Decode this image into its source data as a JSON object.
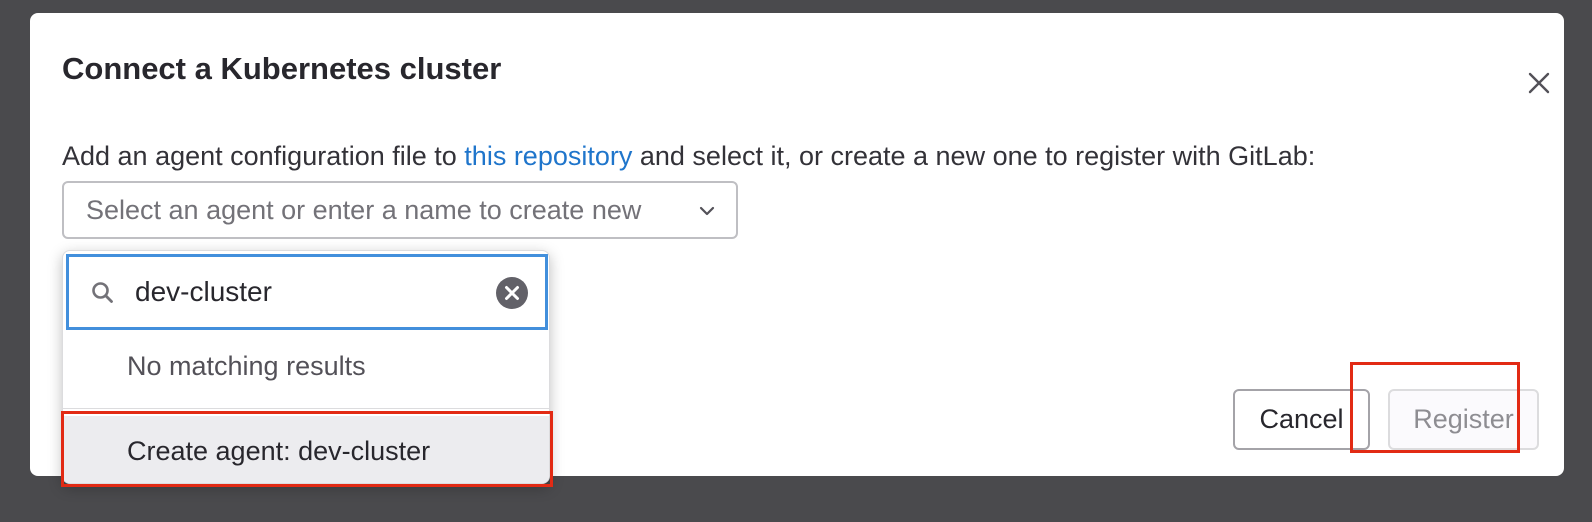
{
  "modal": {
    "title": "Connect a Kubernetes cluster",
    "close_icon": "close-icon",
    "instructions_before": "Add an agent configuration file to ",
    "instructions_link": "this repository",
    "instructions_after": " and select it, or create a new one to register with GitLab:"
  },
  "agent_select": {
    "label": "Select an agent or enter a name to create new",
    "icon": "chevron-down-icon"
  },
  "dropdown": {
    "search_icon": "search-icon",
    "search_value": "dev-cluster",
    "clear_icon": "clear-icon",
    "no_results": "No matching results",
    "create_label": "Create agent: dev-cluster"
  },
  "footer": {
    "cancel_label": "Cancel",
    "register_label": "Register"
  },
  "colors": {
    "link": "#1f75cb",
    "focus_border": "#428fdc",
    "highlight": "#e22a14",
    "overlay": "#4a4a4d"
  }
}
